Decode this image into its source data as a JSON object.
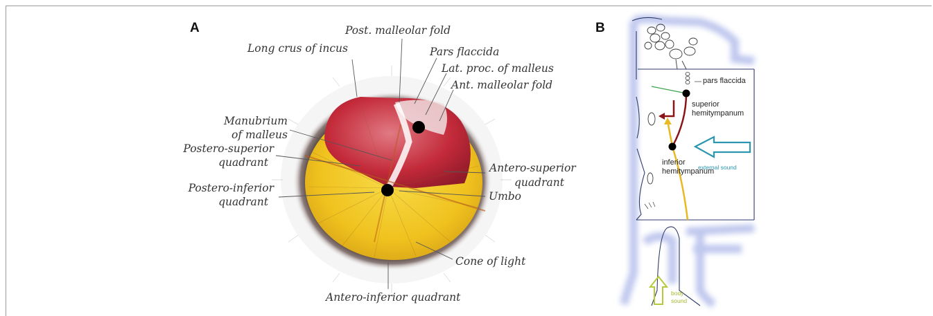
{
  "panel_a": {
    "letter": "A",
    "labels": {
      "post_malleolar_fold": "Post. malleolar fold",
      "long_crus_of_incus": "Long crus of incus",
      "pars_flaccida": "Pars flaccida",
      "lat_proc_of_malleus": "Lat. proc. of malleus",
      "ant_malleolar_fold": "Ant. malleolar fold",
      "manubrium_line1": "Manubrium",
      "manubrium_line2": "of malleus",
      "postero_superior_line1": "Postero-superior",
      "postero_superior_line2": "quadrant",
      "postero_inferior_line1": "Postero-inferior",
      "postero_inferior_line2": "quadrant",
      "antero_superior_line1": "Antero-superior",
      "antero_superior_line2": "quadrant",
      "umbo": "Umbo",
      "cone_of_light": "Cone of light",
      "antero_inferior_quadrant": "Antero-inferior quadrant"
    }
  },
  "panel_b": {
    "letter": "B",
    "labels": {
      "pars_flaccida": "pars flaccida",
      "superior_line1": "superior",
      "superior_line2": "hemitympanum",
      "inferior_line1": "inferior",
      "inferior_line2": "hemitympanum",
      "external_sound": "external sound",
      "body_sound_line1": "body",
      "body_sound_line2": "sound"
    }
  },
  "colors": {
    "membrane_yellow": "#f0c21e",
    "membrane_red": "#c42a3a",
    "dark_red_arrow": "#8b1416",
    "yellow_arrow": "#e8b923",
    "cyan_arrow": "#2a96b0",
    "green_arrow": "#b5c93a",
    "blue_outline": "#8a9ae0",
    "green_line": "#3aa04a"
  }
}
